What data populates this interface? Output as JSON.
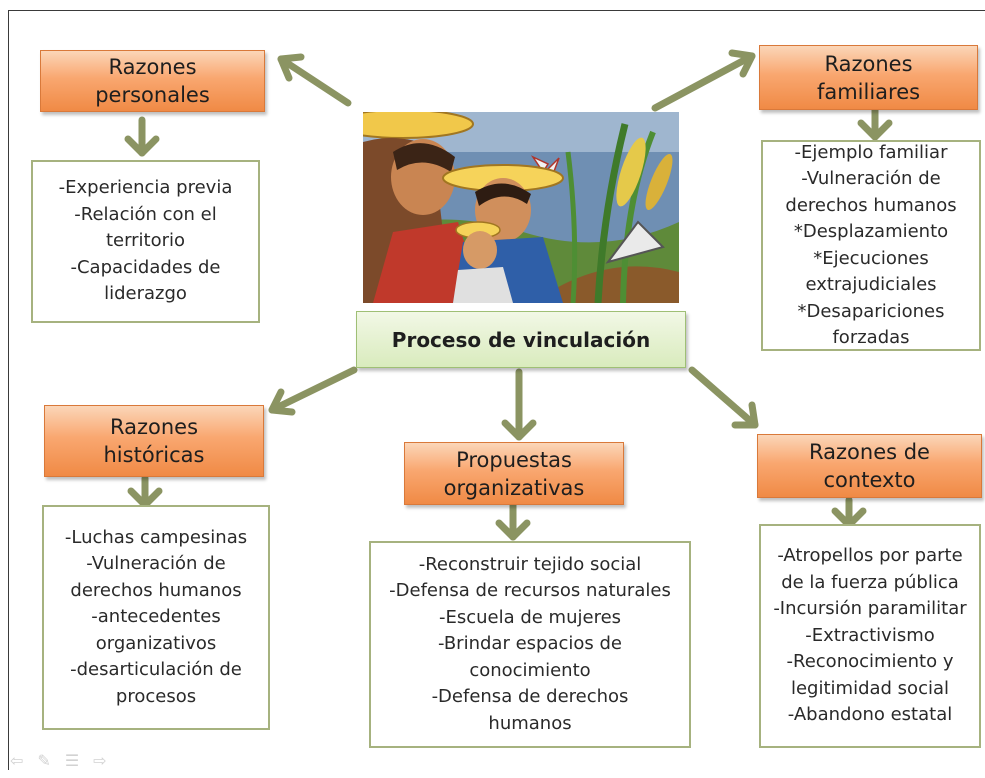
{
  "center": {
    "title": "Proceso de vinculación"
  },
  "headers": {
    "personales": "Razones\npersonales",
    "familiares": "Razones\nfamiliares",
    "historicas": "Razones\nhistóricas",
    "propuestas": "Propuestas\norganizativas",
    "contexto": "Razones de\ncontexto"
  },
  "lists": {
    "personales": [
      "-Experiencia previa",
      "-Relación con el",
      "territorio",
      "-Capacidades de",
      "liderazgo"
    ],
    "familiares": [
      "-Ejemplo familiar",
      "-Vulneración de",
      "derechos humanos",
      "*Desplazamiento",
      "*Ejecuciones",
      "extrajudiciales",
      "*Desapariciones",
      "forzadas"
    ],
    "historicas": [
      "-Luchas campesinas",
      "-Vulneración de",
      "derechos humanos",
      "-antecedentes",
      "organizativos",
      "-desarticulación de",
      "procesos"
    ],
    "propuestas": [
      "-Reconstruir tejido social",
      "-Defensa de recursos naturales",
      "-Escuela de mujeres",
      "-Brindar espacios de",
      "conocimiento",
      "-Defensa de derechos",
      "humanos"
    ],
    "contexto": [
      "-Atropellos por parte",
      "de la fuerza pública",
      "-Incursión paramilitar",
      "-Extractivismo",
      "-Reconocimiento y",
      "legitimidad social",
      "-Abandono estatal"
    ]
  },
  "colors": {
    "arrow": "#8b9462",
    "header_orange": "#f9a770",
    "center_green": "#d9ebbd",
    "box_border": "#a6b27f"
  },
  "toolbar_icons": [
    "arrow-left-icon",
    "pen-icon",
    "menu-icon",
    "arrow-right-icon"
  ]
}
